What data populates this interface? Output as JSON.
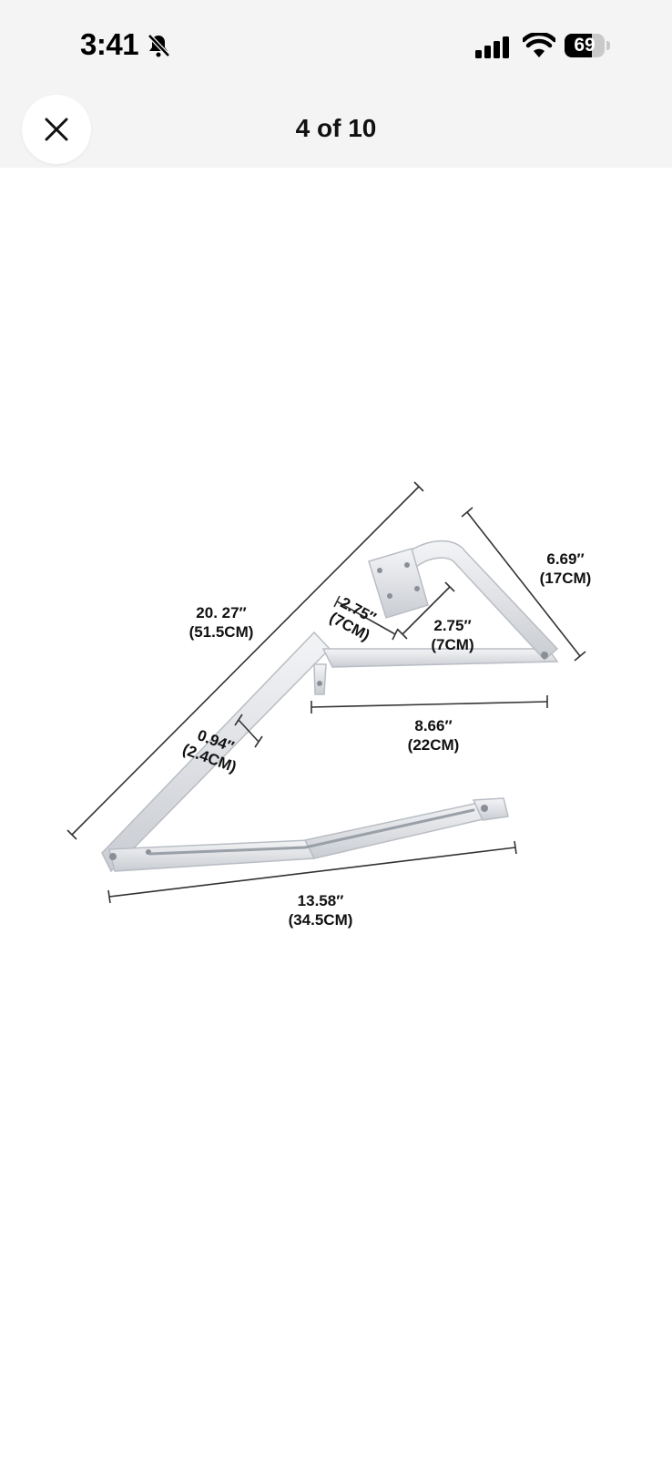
{
  "status_bar": {
    "time": "3:41",
    "battery": "69",
    "battery_level": 0.69,
    "icons": [
      "bell-slash-icon",
      "cellular-signal-icon",
      "wifi-icon",
      "battery-icon"
    ]
  },
  "nav": {
    "title": "4 of 10",
    "close_icon": "close-icon"
  },
  "product_image": {
    "dimensions": {
      "total_length": {
        "in": "20. 27″",
        "cm": "(51.5CM)"
      },
      "mount_plate_width": {
        "in": "2.75″",
        "cm": "(7CM)"
      },
      "mount_plate_height": {
        "in": "2.75″",
        "cm": "(7CM)"
      },
      "top_arm_height": {
        "in": "6.69″",
        "cm": "(17CM)"
      },
      "top_arm_length": {
        "in": "8.66″",
        "cm": "(22CM)"
      },
      "arm_width": {
        "in": "0.94″",
        "cm": "(2.4CM)"
      },
      "bottom_arm_length": {
        "in": "13.58″",
        "cm": "(34.5CM)"
      }
    }
  },
  "colors": {
    "bar_background": "#f4f4f4",
    "metal": "#e2e4e8",
    "metal_edge": "#b9bdc4",
    "dimension_line": "#333333"
  }
}
